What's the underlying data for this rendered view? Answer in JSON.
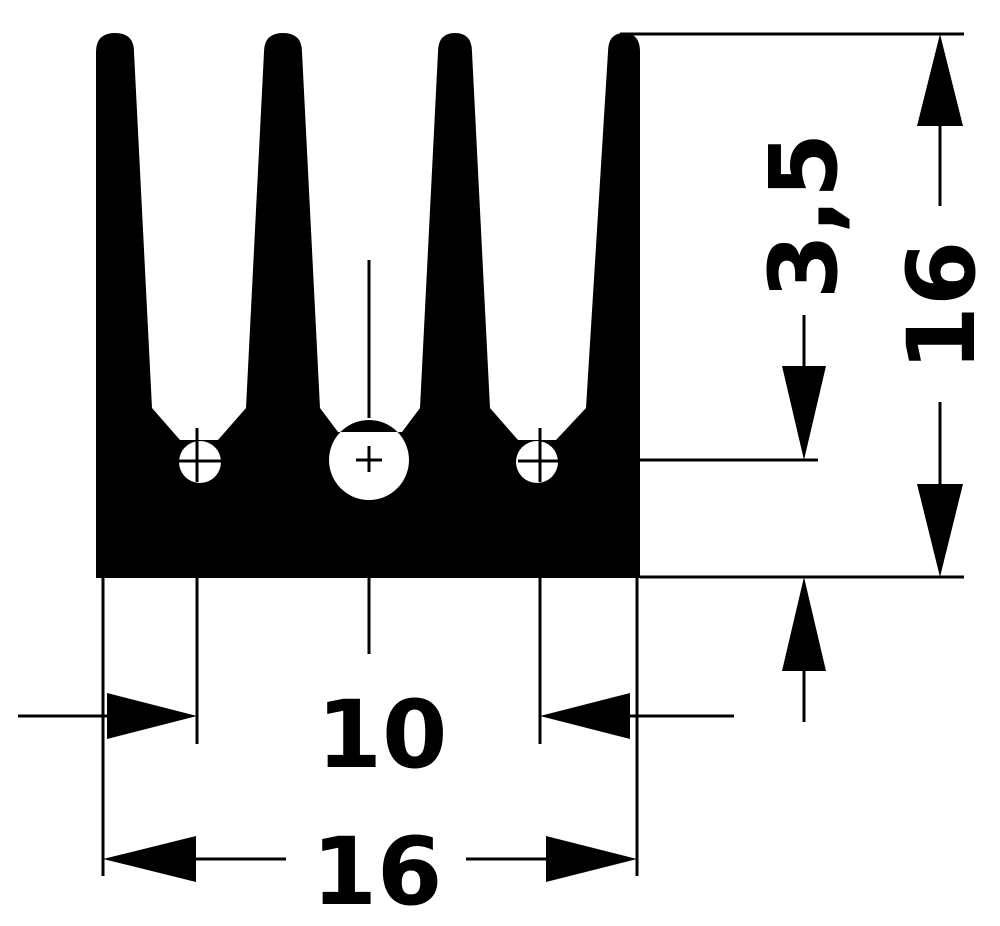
{
  "dimensions": {
    "overall_width": "16",
    "hole_spacing": "10",
    "overall_height": "16",
    "base_thickness": "3,5"
  },
  "colors": {
    "ink": "#000000",
    "paper": "#ffffff"
  }
}
